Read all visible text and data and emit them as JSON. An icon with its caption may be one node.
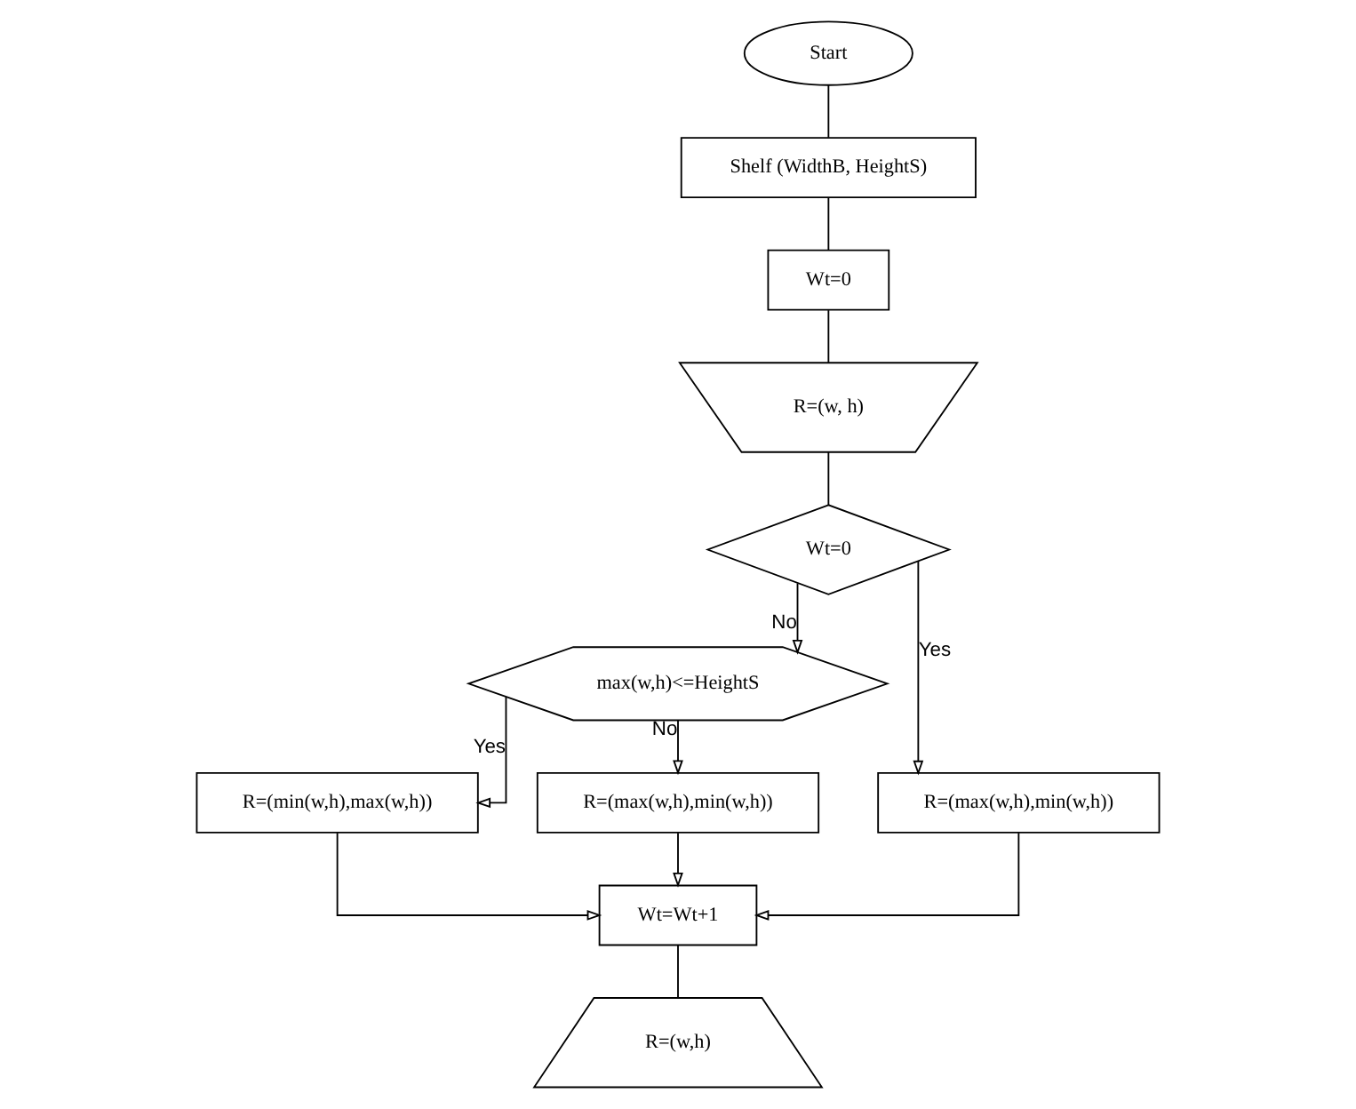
{
  "diagram": {
    "nodes": [
      {
        "text": [
          "Start"
        ]
      },
      {
        "text": [
          "Shelf (WidthB, HeightS)"
        ]
      },
      {
        "text": [
          "Wt=0"
        ]
      },
      {
        "text": [
          "R=(w, h)"
        ]
      },
      {
        "text": [
          "Wt=0"
        ]
      },
      {
        "text": [
          "max(w,h)<=HeightS"
        ]
      },
      {
        "text": [
          "R=(max(w,h),min(w,h))"
        ]
      },
      {
        "text": [
          "R=(min(w,h),max(w,h))"
        ]
      },
      {
        "text": [
          "R=(max(w,h),min(w,h))"
        ]
      },
      {
        "text": [
          "Wt=Wt+1"
        ]
      },
      {
        "text": [
          "R=(w,h)"
        ]
      }
    ],
    "edges": [
      {
        "from": 0,
        "to": 1,
        "arrow": "none"
      },
      {
        "from": 1,
        "to": 2,
        "arrow": "none"
      },
      {
        "from": 2,
        "to": 3,
        "arrow": "none"
      },
      {
        "from": 3,
        "to": 4,
        "arrow": "none"
      },
      {
        "from": 4,
        "to": 6,
        "arrow": "to",
        "label": "Yes"
      },
      {
        "from": 4,
        "to": 5,
        "arrow": "to",
        "label": "No"
      },
      {
        "from": 5,
        "to": 7,
        "arrow": "to",
        "label": "Yes"
      },
      {
        "from": 5,
        "to": 8,
        "arrow": "to",
        "label": "No"
      },
      {
        "from": 6,
        "to": 9,
        "arrow": "to"
      },
      {
        "from": 7,
        "to": 9,
        "arrow": "to"
      },
      {
        "from": 8,
        "to": 9,
        "arrow": "to"
      },
      {
        "from": 9,
        "to": 10,
        "arrow": "none"
      }
    ]
  }
}
